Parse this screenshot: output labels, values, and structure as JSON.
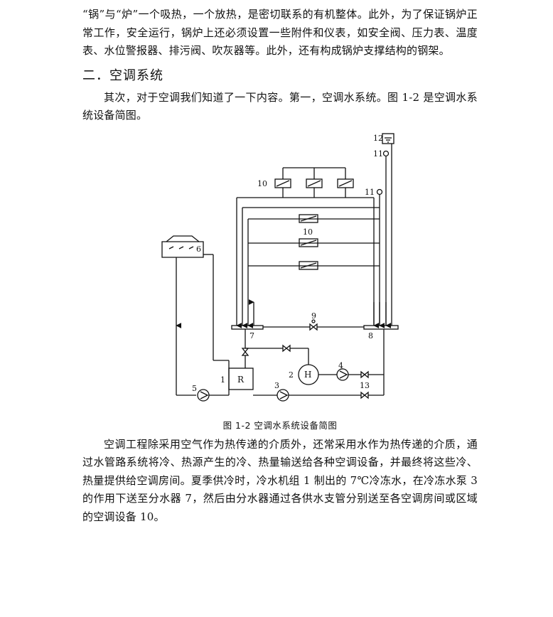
{
  "intro": {
    "text": "“锅”与“炉”一个吸热，一个放热，是密切联系的有机整体。此外，为了保证锅炉正常工作，安全运行，锅炉上还必须设置一些附件和仪表，如安全阀、压力表、温度表、水位警报器、排污阀、吹灰器等。此外，还有构成锅炉支撑结构的钢架。"
  },
  "section": {
    "title": "二．空调系统"
  },
  "para2": {
    "text": "其次，对于空调我们知道了一下内容。第一，空调水系统。图 1-2 是空调水系统设备简图。"
  },
  "figure": {
    "caption": "图 1-2 空调水系统设备简图",
    "labels": {
      "l1": "1",
      "l2": "2",
      "l3": "3",
      "l4": "4",
      "l5": "5",
      "l6": "6",
      "l7": "7",
      "l8": "8",
      "l9": "9",
      "l10a": "10",
      "l10b": "10",
      "l11a": "11",
      "l11b": "11",
      "l12": "12",
      "l13": "13",
      "chiller": "R",
      "heater": "H"
    }
  },
  "para3": {
    "text": "空调工程除采用空气作为热传递的介质外，还常采用水作为热传递的介质，通过水管路系统将冷、热源产生的冷、热量输送给各种空调设备，并最终将这些冷、热量提供给空调房间。夏季供冷时，冷水机组 1 制出的 7℃冷冻水，在冷冻水泵 3 的作用下送至分水器 7，然后由分水器通过各供水支管分别送至各空调房间或区域的空调设备 10。"
  }
}
